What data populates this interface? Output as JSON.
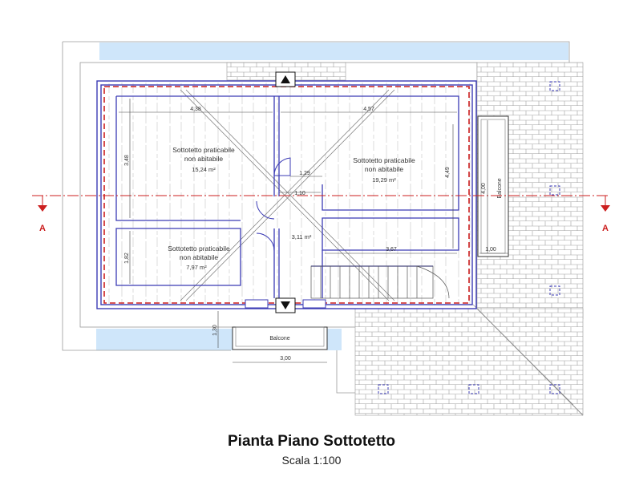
{
  "drawing": {
    "title": "Pianta Piano Sottotetto",
    "scale": "Scala 1:100"
  },
  "rooms": [
    {
      "name": "Sottotetto praticabile",
      "note": "non abitabile",
      "area": "15,24 m²"
    },
    {
      "name": "Sottotetto praticabile",
      "note": "non abitabile",
      "area": "19,29 m²"
    },
    {
      "name": "Sottotetto praticabile",
      "note": "non abitabile",
      "area": "7,97 m²"
    },
    {
      "area": "3,11 m²"
    }
  ],
  "dimensions": {
    "d1": "4,38",
    "d2": "4,57",
    "d3": "3,48",
    "d4": "1,82",
    "d5": "1,29",
    "d6": "1,10",
    "d7": "4,49",
    "d8": "4,00",
    "d9": "3,67",
    "d10": "1,00",
    "d11": "1,30",
    "d12": "3,00"
  },
  "balconies": {
    "east": "Balcone",
    "south": "Balcone"
  },
  "section": {
    "left": "A",
    "right": "A"
  },
  "colors": {
    "wall": "#3b3bb5",
    "section_line": "#cc1f1f",
    "roof_shade": "#cfe6fa",
    "tile_line": "#9a9a9a"
  }
}
